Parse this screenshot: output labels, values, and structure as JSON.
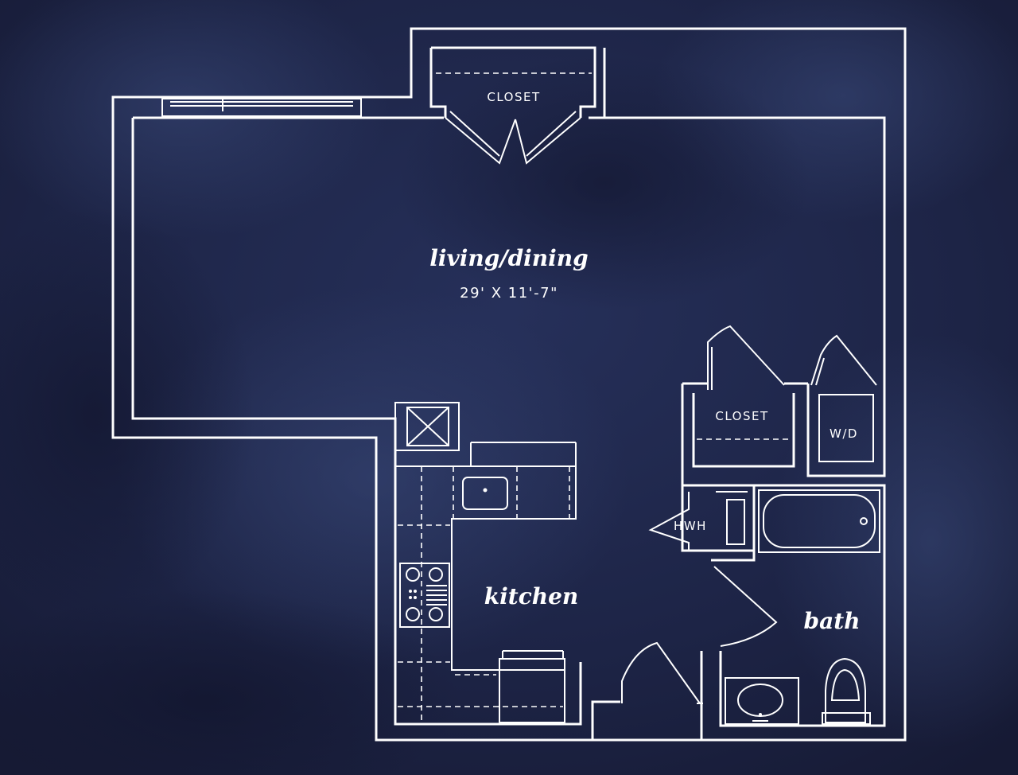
{
  "rooms": {
    "living": {
      "label": "living/dining",
      "dimensions": "29' X 11'-7\""
    },
    "kitchen": {
      "label": "kitchen"
    },
    "bath": {
      "label": "bath"
    },
    "closet_top": {
      "label": "CLOSET"
    },
    "closet_right": {
      "label": "CLOSET"
    },
    "washer_dryer": {
      "label": "W/D"
    },
    "water_heater": {
      "label": "HWH"
    }
  },
  "colors": {
    "background": "#1b2140",
    "lines": "#ffffff"
  }
}
